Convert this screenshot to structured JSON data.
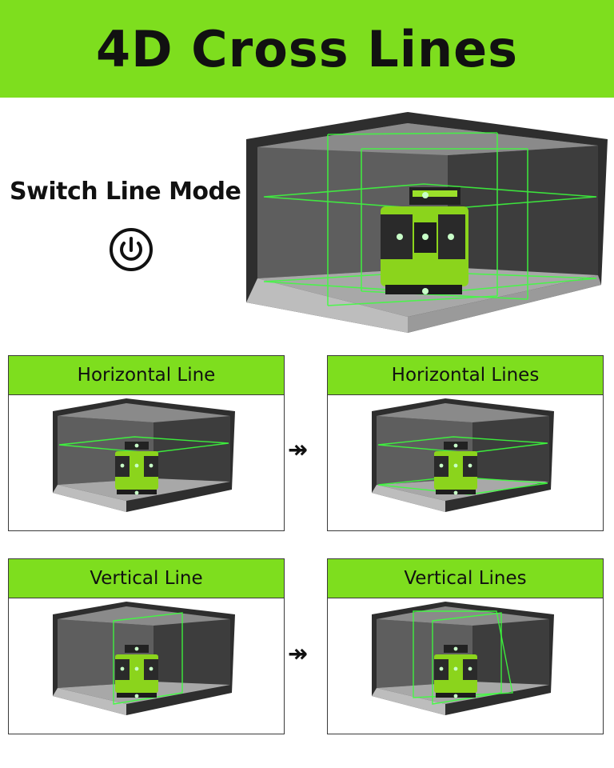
{
  "banner": {
    "title": "4D Cross Lines"
  },
  "mode": {
    "label": "Switch Line Mode",
    "icon": "power-icon"
  },
  "colors": {
    "accent": "#7ede1e",
    "laser": "#3cff3c",
    "wall": "#5a5a5a"
  },
  "panels": [
    {
      "title": "Horizontal Line"
    },
    {
      "title": "Horizontal Lines"
    },
    {
      "title": "Vertical Line"
    },
    {
      "title": "Vertical Lines"
    }
  ],
  "arrows": [
    "double-arrow-right-icon",
    "double-arrow-right-icon"
  ]
}
